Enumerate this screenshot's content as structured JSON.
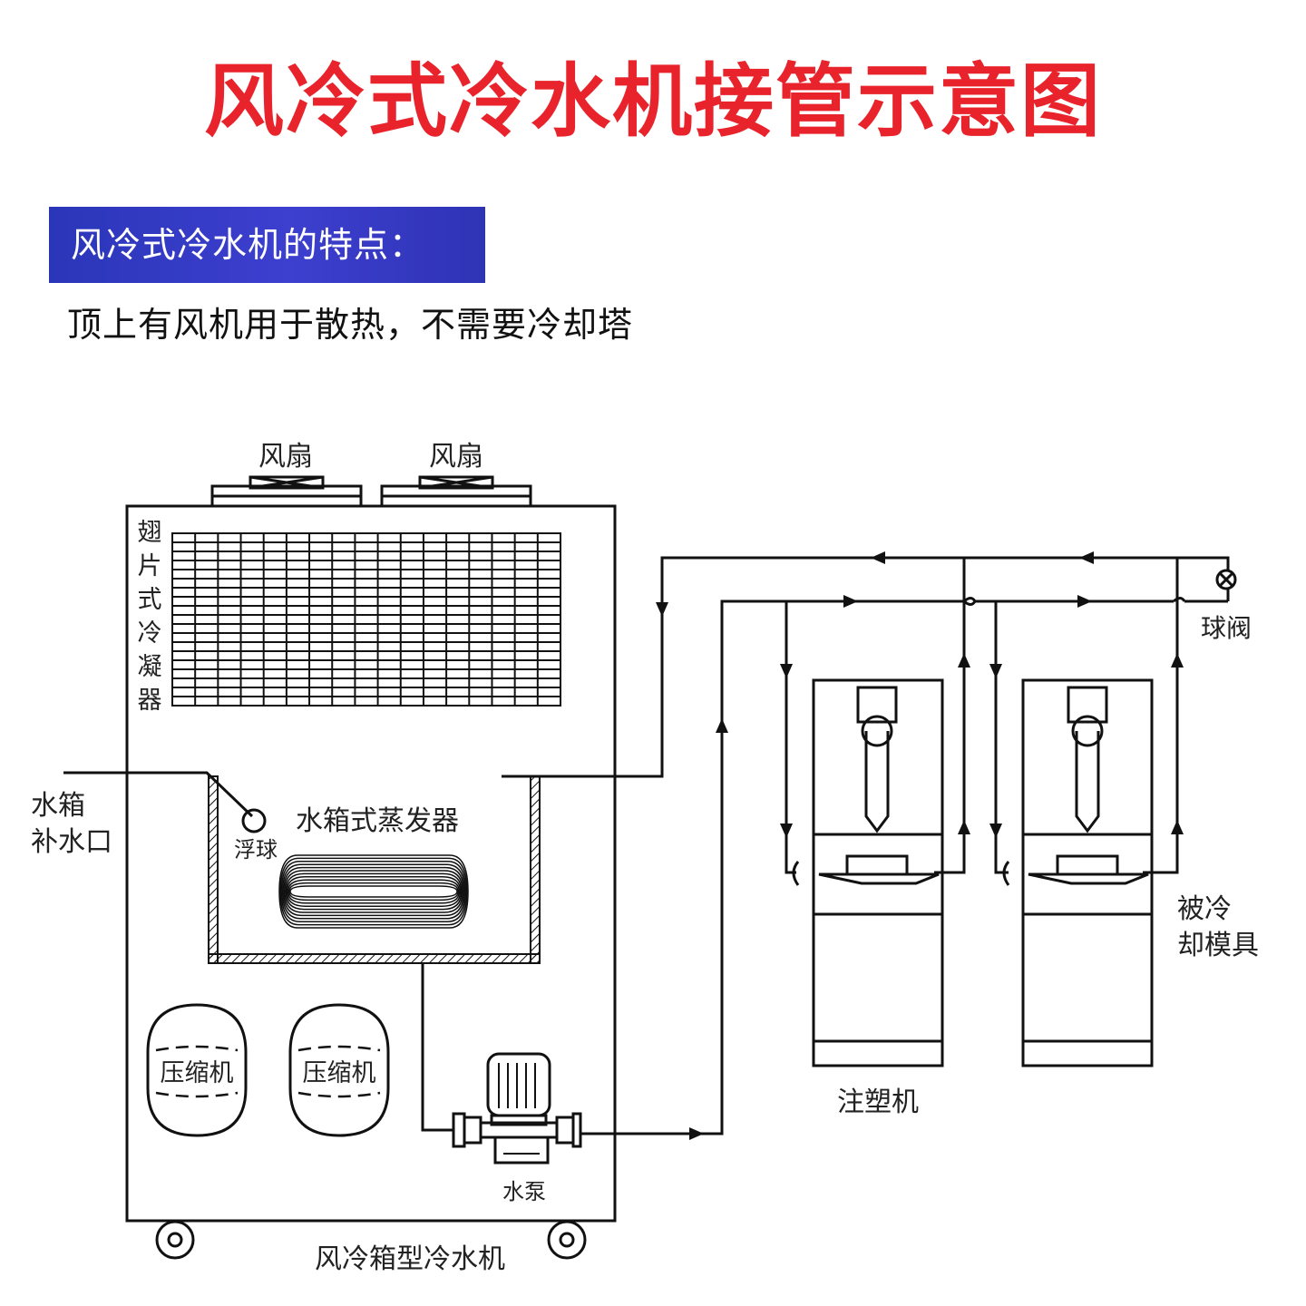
{
  "title": "风冷式冷水机接管示意图",
  "features": {
    "heading": "风冷式冷水机的特点：",
    "description": "顶上有风机用于散热，不需要冷却塔"
  },
  "labels": {
    "fan_left": "风扇",
    "fan_right": "风扇",
    "condenser": "翅片式冷凝器",
    "tank_inlet_line1": "水箱",
    "tank_inlet_line2": "补水口",
    "float_ball": "浮球",
    "evaporator": "水箱式蒸发器",
    "compressor_left": "压缩机",
    "compressor_right": "压缩机",
    "pump": "水泵",
    "chiller": "风冷箱型冷水机",
    "ball_valve": "球阀",
    "mold_line1": "被冷",
    "mold_line2": "却模具",
    "injection_machine": "注塑机"
  },
  "colors": {
    "title": "#e8232b",
    "badge": "#3338c0",
    "line": "#111111"
  }
}
